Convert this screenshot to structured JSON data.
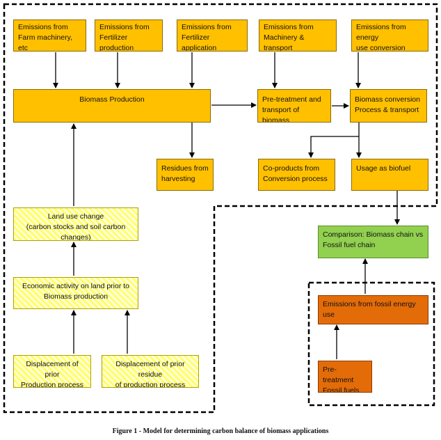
{
  "boxes": {
    "em_farm": [
      "Emissions from",
      "Farm machinery, etc"
    ],
    "em_fert_prod": [
      "Emissions from",
      "Fertilizer production"
    ],
    "em_fert_app": [
      "Emissions from",
      "Fertilizer application"
    ],
    "em_mach": [
      "Emissions from",
      "Machinery & transport"
    ],
    "em_energy": [
      "Emissions from energy",
      "use conversion process"
    ],
    "biomass_prod": [
      "Biomass Production"
    ],
    "pretreat": [
      "Pre-treatment and",
      "transport of biomass"
    ],
    "conversion": [
      "Biomass conversion",
      "Process & transport"
    ],
    "residues": [
      "Residues from",
      "harvesting"
    ],
    "coproducts": [
      "Co-products from",
      "Conversion process"
    ],
    "biofuel": [
      "Usage as biofuel"
    ],
    "land_use": [
      "Land use change",
      "(carbon stocks and soil carbon changes)"
    ],
    "econ": [
      "Economic activity on land prior to",
      "Biomass production"
    ],
    "displace_prod": [
      "Displacement of prior",
      "Production process"
    ],
    "displace_res": [
      "Displacement of prior residue",
      "of production process"
    ],
    "comparison": [
      "Comparison: Biomass chain vs",
      "Fossil fuel chain"
    ],
    "fossil_em": [
      "Emissions from fossil energy use"
    ],
    "fossil_pre": [
      "Pre-treatment",
      "Fossil fuels"
    ]
  },
  "caption": "Figure 1 - Model for determining carbon balance of biomass applications",
  "colors": {
    "biomass_chain": "#ffc000",
    "prior_land_use": "#ffff66",
    "comparison": "#92d050",
    "fossil_chain": "#e36c09"
  }
}
